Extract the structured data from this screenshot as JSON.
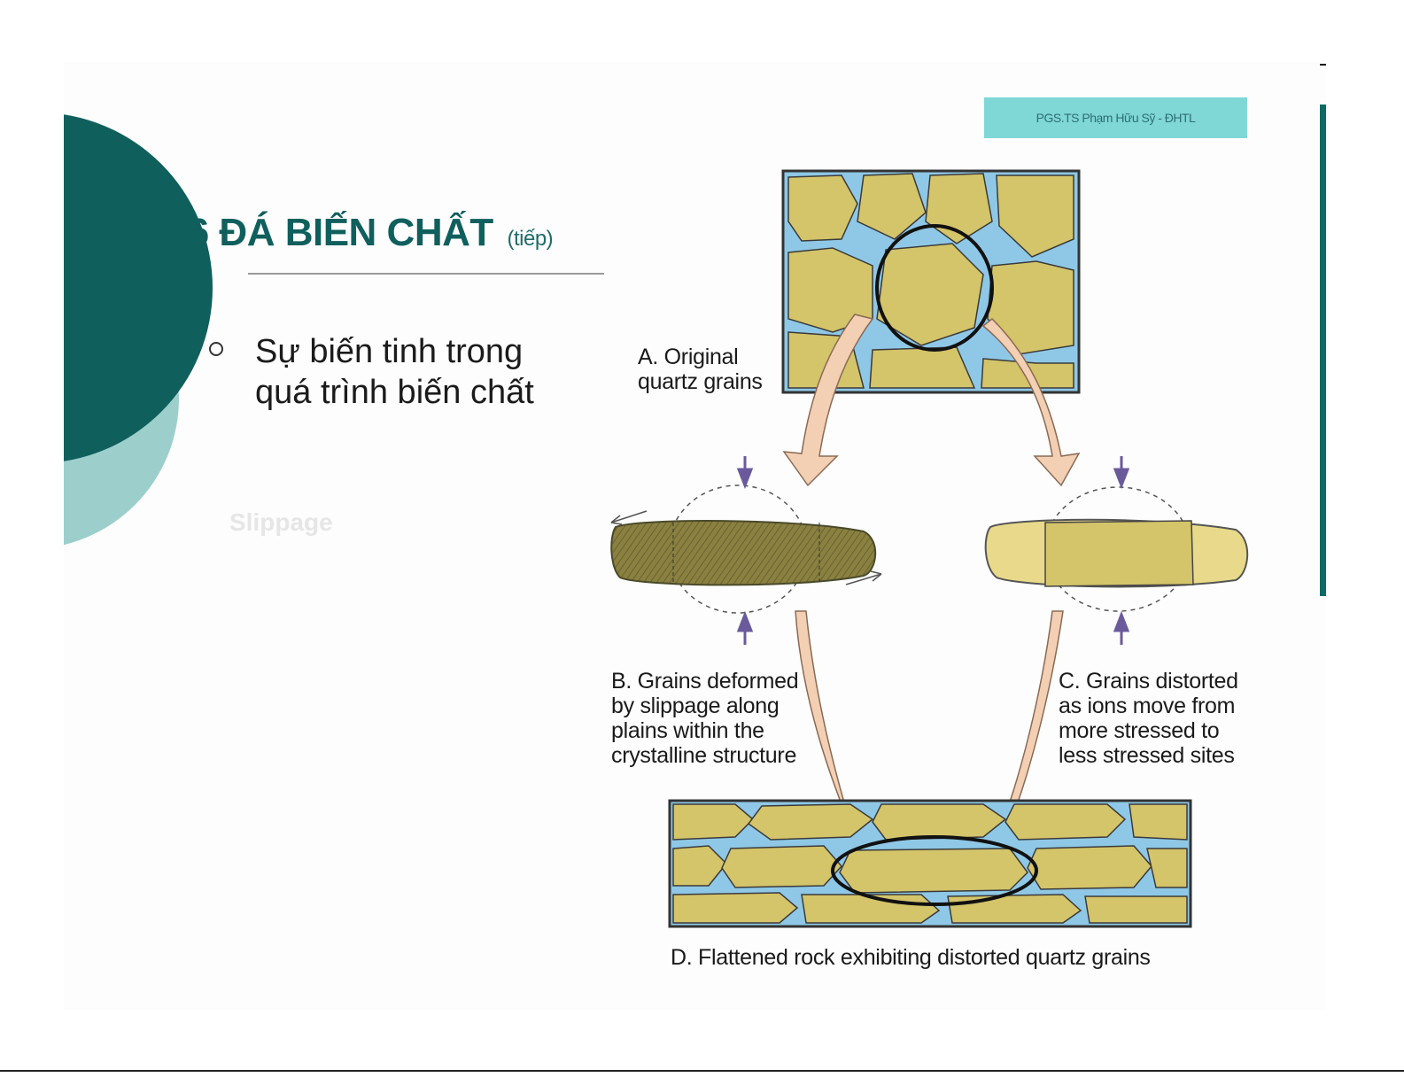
{
  "slide": {
    "author_badge": "PGS.TS Phạm Hữu Sỹ - ĐHTL",
    "title": "i6 ĐÁ BIẾN CHẤT",
    "title_suffix": "(tiếp)",
    "bullet_line1": "Sự biến tinh trong",
    "bullet_line2": "quá trình biến chất",
    "ghost_label": "Slippage"
  },
  "diagram": {
    "caption_a_line1": "A. Original",
    "caption_a_line2": "quartz grains",
    "caption_b_line1": "B. Grains deformed",
    "caption_b_line2": "by slippage along",
    "caption_b_line3": "plains within the",
    "caption_b_line4": "crystalline structure",
    "caption_c_line1": "C. Grains distorted",
    "caption_c_line2": "as ions move from",
    "caption_c_line3": "more stressed to",
    "caption_c_line4": "less stressed sites",
    "caption_d": "D. Flattened rock exhibiting distorted quartz grains"
  },
  "colors": {
    "teal_dark": "#0f5f5d",
    "teal_light": "#9ccfcc",
    "grain": "#d4c46a",
    "grain_dark": "#8a8040",
    "pore": "#8fc8e6",
    "arrow": "#f3d0b4",
    "stress_arrow": "#6a5a9c"
  }
}
